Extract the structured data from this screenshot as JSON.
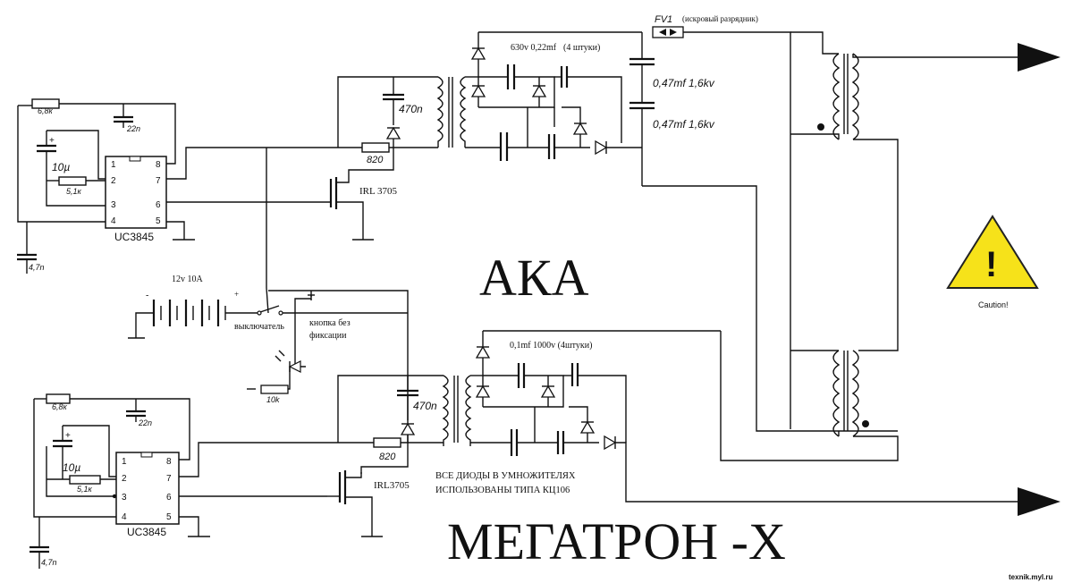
{
  "heading_top": "АКА",
  "heading_bottom": "МЕГАТРОН -Х",
  "watermark": "texnik.myl.ru",
  "warning": {
    "symbol": "!",
    "caption": "Caution!",
    "color": "#f6e21a"
  },
  "top_circuit": {
    "r_68": "6,8к",
    "c_22n": "22n",
    "c_10u": "10µ",
    "r_51": "5,1к",
    "c_47n": "4,7n",
    "ic_name": "UC3845",
    "pins_left": [
      "1",
      "2",
      "3",
      "4"
    ],
    "pins_right": [
      "8",
      "7",
      "6",
      "5"
    ],
    "c_470n": "470n",
    "r_820": "820",
    "mosfet": "IRL 3705",
    "mult_caps": "630v 0,22mf",
    "mult_count": "(4 штуки)",
    "fv_label": "FV1",
    "fv_desc": "(искровый разрядник)",
    "cap1": "0,47mf 1,6kv",
    "cap2": "0,47mf 1,6kv"
  },
  "middle": {
    "battery": "12v 10A",
    "minus": "-",
    "plus": "+",
    "switch": "выключатель",
    "button1": "кнопка без",
    "button2": "фиксации",
    "r_10k": "10k"
  },
  "bottom_circuit": {
    "r_68": "6,8к",
    "c_22n": "22n",
    "c_10u": "10µ",
    "r_51": "5,1к",
    "c_47n": "4,7n",
    "ic_name": "UC3845",
    "pins_left": [
      "1",
      "2",
      "3",
      "4"
    ],
    "pins_right": [
      "8",
      "7",
      "6",
      "5"
    ],
    "c_470n": "470n",
    "r_820": "820",
    "mosfet": "IRL3705",
    "mult_caps": "0,1mf  1000v (4штуки)",
    "note1": "ВСЕ ДИОДЫ В УМНОЖИТЕЛЯХ",
    "note2": "ИСПОЛЬЗОВАНЫ ТИПА КЦ106"
  }
}
